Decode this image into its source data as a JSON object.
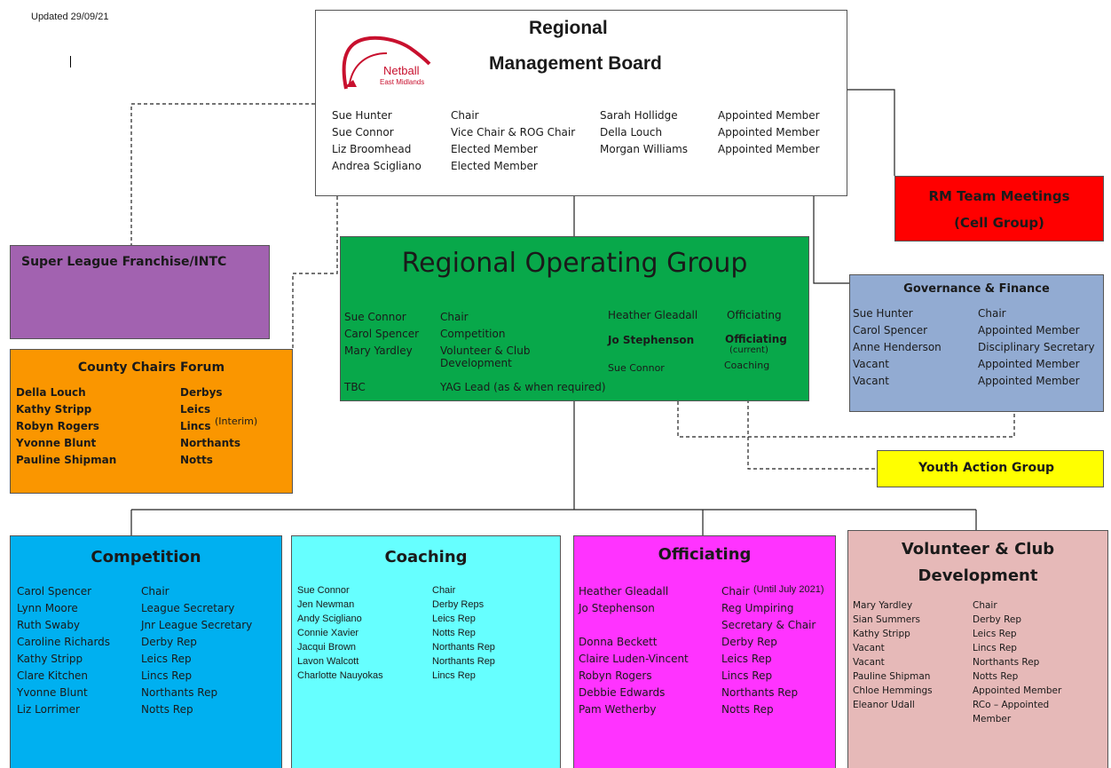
{
  "updated": "Updated 29/09/21",
  "colors": {
    "rog": "#08a84a",
    "super_league": "#a262b0",
    "county": "#fa9600",
    "rm_team": "#ff0000",
    "governance": "#92abd2",
    "youth": "#ffff00",
    "competition": "#00b0f0",
    "coaching": "#66ffff",
    "officiating": "#ff33ff",
    "volunteer": "#e6b9b8",
    "logo_red": "#c8102e"
  },
  "rmb": {
    "title_line1": "Regional",
    "title_line2": "Management Board",
    "logo_text": "Netball",
    "logo_subtext": "East Midlands",
    "col1_names": [
      "Sue Hunter",
      "Sue Connor",
      "Liz Broomhead",
      "Andrea Scigliano"
    ],
    "col1_roles": [
      "Chair",
      "Vice Chair & ROG Chair",
      "Elected Member",
      "Elected Member"
    ],
    "col2_names": [
      "Sarah Hollidge",
      "Della Louch",
      "Morgan Williams"
    ],
    "col2_roles": [
      "Appointed Member",
      "Appointed Member",
      "Appointed Member"
    ]
  },
  "rm_team": {
    "line1": "RM Team Meetings",
    "line2": "(Cell Group)"
  },
  "super_league": {
    "title": "Super League Franchise/INTC"
  },
  "county": {
    "title": "County Chairs Forum",
    "names": [
      "Della Louch",
      "Kathy Stripp",
      "Robyn Rogers",
      "Yvonne Blunt",
      "Pauline Shipman"
    ],
    "counties": [
      "Derbys",
      "Leics",
      "Lincs",
      "Northants",
      "Notts"
    ],
    "interim": "(Interim)"
  },
  "rog": {
    "title": "Regional Operating Group",
    "names": [
      "Sue Connor",
      "Carol Spencer",
      "Mary Yardley"
    ],
    "roles": [
      "Chair",
      "Competition",
      "Volunteer & Club",
      "Development"
    ],
    "tbc_name": "TBC",
    "tbc_role": "YAG Lead (as & when required)",
    "right_name1": "Heather Gleadall",
    "right_role1": "Officiating",
    "right_name2": "Jo Stephenson",
    "right_role2": "Officiating",
    "right_role2_note": "(current)",
    "right_name3": "Sue Connor",
    "right_role3": "Coaching"
  },
  "governance": {
    "title": "Governance & Finance",
    "names": [
      "Sue Hunter",
      "Carol Spencer",
      "Anne Henderson",
      "Vacant",
      "Vacant"
    ],
    "roles": [
      "Chair",
      "Appointed Member",
      "Disciplinary Secretary",
      "Appointed Member",
      "Appointed Member"
    ]
  },
  "youth": {
    "title": "Youth Action Group"
  },
  "competition": {
    "title": "Competition",
    "names": [
      "Carol Spencer",
      "Lynn Moore",
      "Ruth Swaby",
      "Caroline Richards",
      "Kathy Stripp",
      "Clare Kitchen",
      "Yvonne Blunt",
      "Liz Lorrimer"
    ],
    "roles": [
      "Chair",
      "League Secretary",
      "Jnr League Secretary",
      "Derby Rep",
      "Leics Rep",
      "Lincs Rep",
      "Northants Rep",
      "Notts Rep"
    ]
  },
  "coaching": {
    "title": "Coaching",
    "names": [
      "Sue Connor",
      "Jen Newman",
      "Andy Scigliano",
      "Connie Xavier",
      "Jacqui Brown",
      "Lavon Walcott",
      "Charlotte Nauyokas"
    ],
    "roles": [
      "Chair",
      "Derby Reps",
      "Leics Rep",
      "Notts Rep",
      "Northants Rep",
      "Northants Rep",
      "Lincs Rep"
    ]
  },
  "officiating": {
    "title": "Officiating",
    "names": [
      "Heather Gleadall",
      "Jo Stephenson",
      "",
      "Donna Beckett",
      "Claire Luden-Vincent",
      "Robyn Rogers",
      "Debbie Edwards",
      "Pam Wetherby"
    ],
    "roles": [
      "Chair",
      "Reg Umpiring",
      "Secretary  & Chair",
      "Derby Rep",
      "Leics Rep",
      "Lincs Rep",
      "Northants Rep",
      "Notts Rep"
    ],
    "chair_note": "(Until July 2021)"
  },
  "volunteer": {
    "title_line1": "Volunteer & Club",
    "title_line2": "Development",
    "names": [
      "Mary Yardley",
      "Sian Summers",
      "Kathy Stripp",
      "Vacant",
      "Vacant",
      "Pauline Shipman",
      "Chloe Hemmings",
      "Eleanor Udall"
    ],
    "roles": [
      "Chair",
      "Derby Rep",
      "Leics Rep",
      "Lincs Rep",
      "Northants Rep",
      "Notts Rep",
      "Appointed Member",
      "RCo – Appointed",
      "Member"
    ]
  }
}
